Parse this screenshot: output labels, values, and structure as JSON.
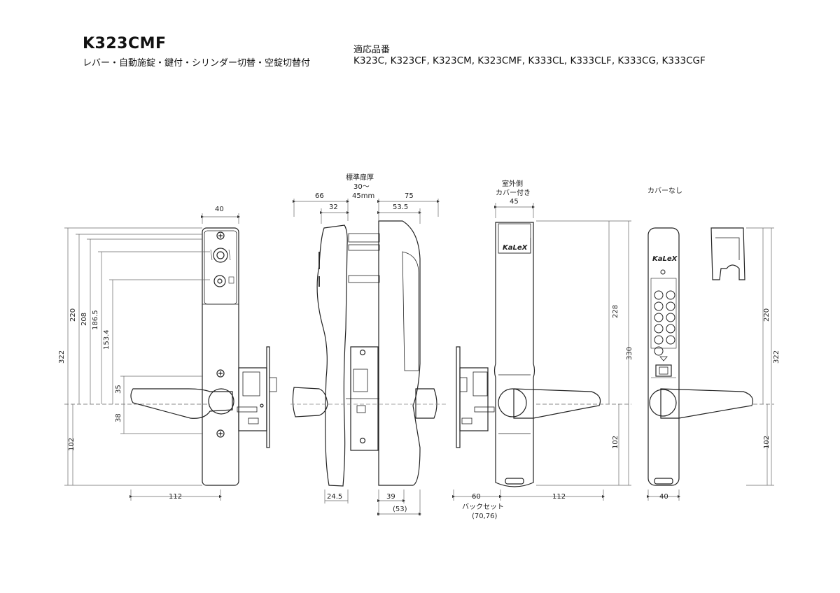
{
  "header": {
    "model": "K323CMF",
    "description": "レバー・自動施錠・鍵付・シリンダー切替・空錠切替付",
    "applicable_label": "適応品番",
    "applicable_models": "K323C, K323CF, K323CM, K323CMF, K333CL, K333CLF, K333CG, K333CGF"
  },
  "views": {
    "side": {
      "door_thickness": [
        "標準扉厚",
        "30～",
        "45mm"
      ]
    },
    "outdoor": {
      "title": [
        "室外側",
        "カバー付き"
      ]
    },
    "nocover": {
      "title": "カバーなし"
    }
  },
  "dimensions": {
    "front_width": "40",
    "front_220": "220",
    "front_208": "208",
    "front_186_5": "186.5",
    "front_153_4": "153.4",
    "front_322": "322",
    "front_35": "35",
    "front_38": "38",
    "front_102": "102",
    "front_lever": "112",
    "side_66": "66",
    "side_75": "75",
    "side_32": "32",
    "side_53_5": "53.5",
    "side_24_5": "24.5",
    "side_39": "39",
    "side_53": "(53)",
    "out_45": "45",
    "out_228": "228",
    "out_330": "330",
    "out_102": "102",
    "out_60": "60",
    "out_112": "112",
    "backset_label": "バックセット",
    "backset_values": "(70,76)",
    "nc_220": "220",
    "nc_322": "322",
    "nc_102": "102",
    "nc_40": "40"
  },
  "labels": {
    "brand": "KaLeX"
  }
}
